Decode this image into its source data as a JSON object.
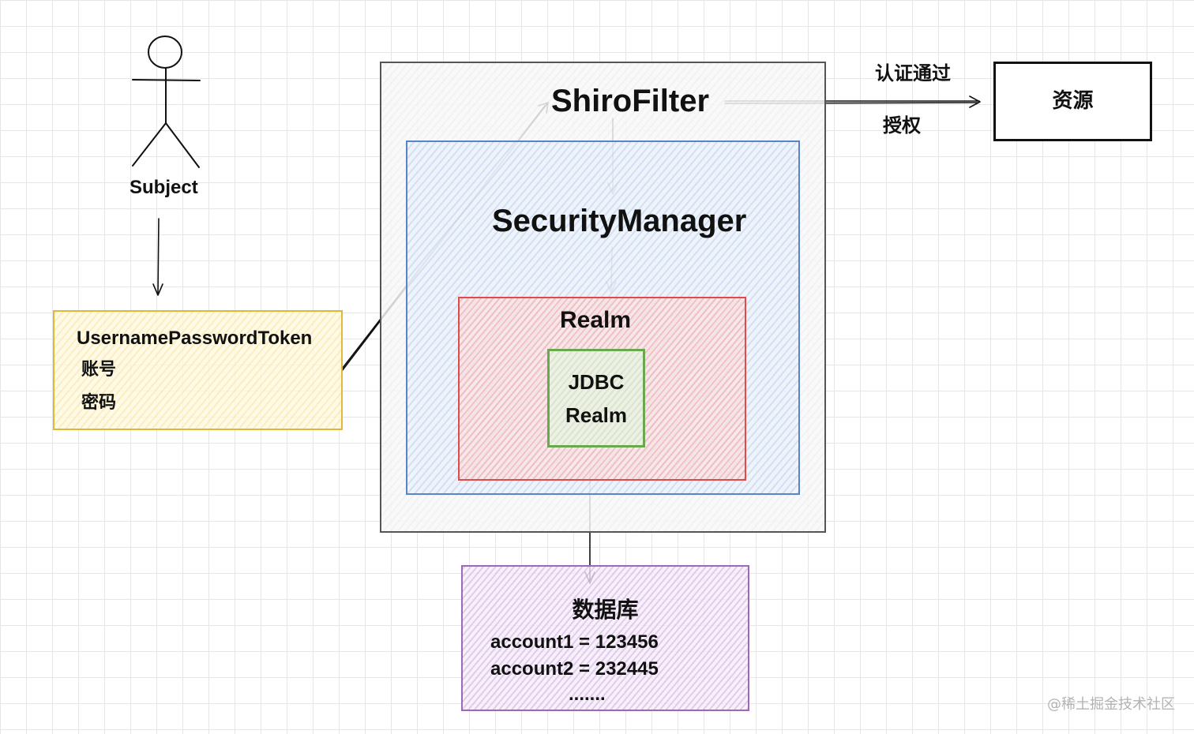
{
  "subject": {
    "label": "Subject"
  },
  "token": {
    "title": "UsernamePasswordToken",
    "lines": [
      "账号",
      "密码"
    ]
  },
  "shiro_filter": {
    "label": "ShiroFilter"
  },
  "security_manager": {
    "label": "SecurityManager"
  },
  "realm": {
    "label": "Realm"
  },
  "jdbc_realm": {
    "line1": "JDBC",
    "line2": "Realm"
  },
  "database": {
    "title": "数据库",
    "rows": [
      "account1 = 123456",
      "account2 = 232445",
      "......."
    ]
  },
  "resource": {
    "label": "资源"
  },
  "edge_labels": {
    "authentication": "认证通过",
    "authorization": "授权"
  },
  "watermark": "@稀土掘金技术社区",
  "colors": {
    "outer_box": "#555555",
    "security_manager_box": "#5b84c4",
    "realm_box": "#dd4b4b",
    "jdbc_box": "#6aa84f",
    "token_box": "#e0b838",
    "database_box": "#9c69b8",
    "stroke": "#111111"
  }
}
